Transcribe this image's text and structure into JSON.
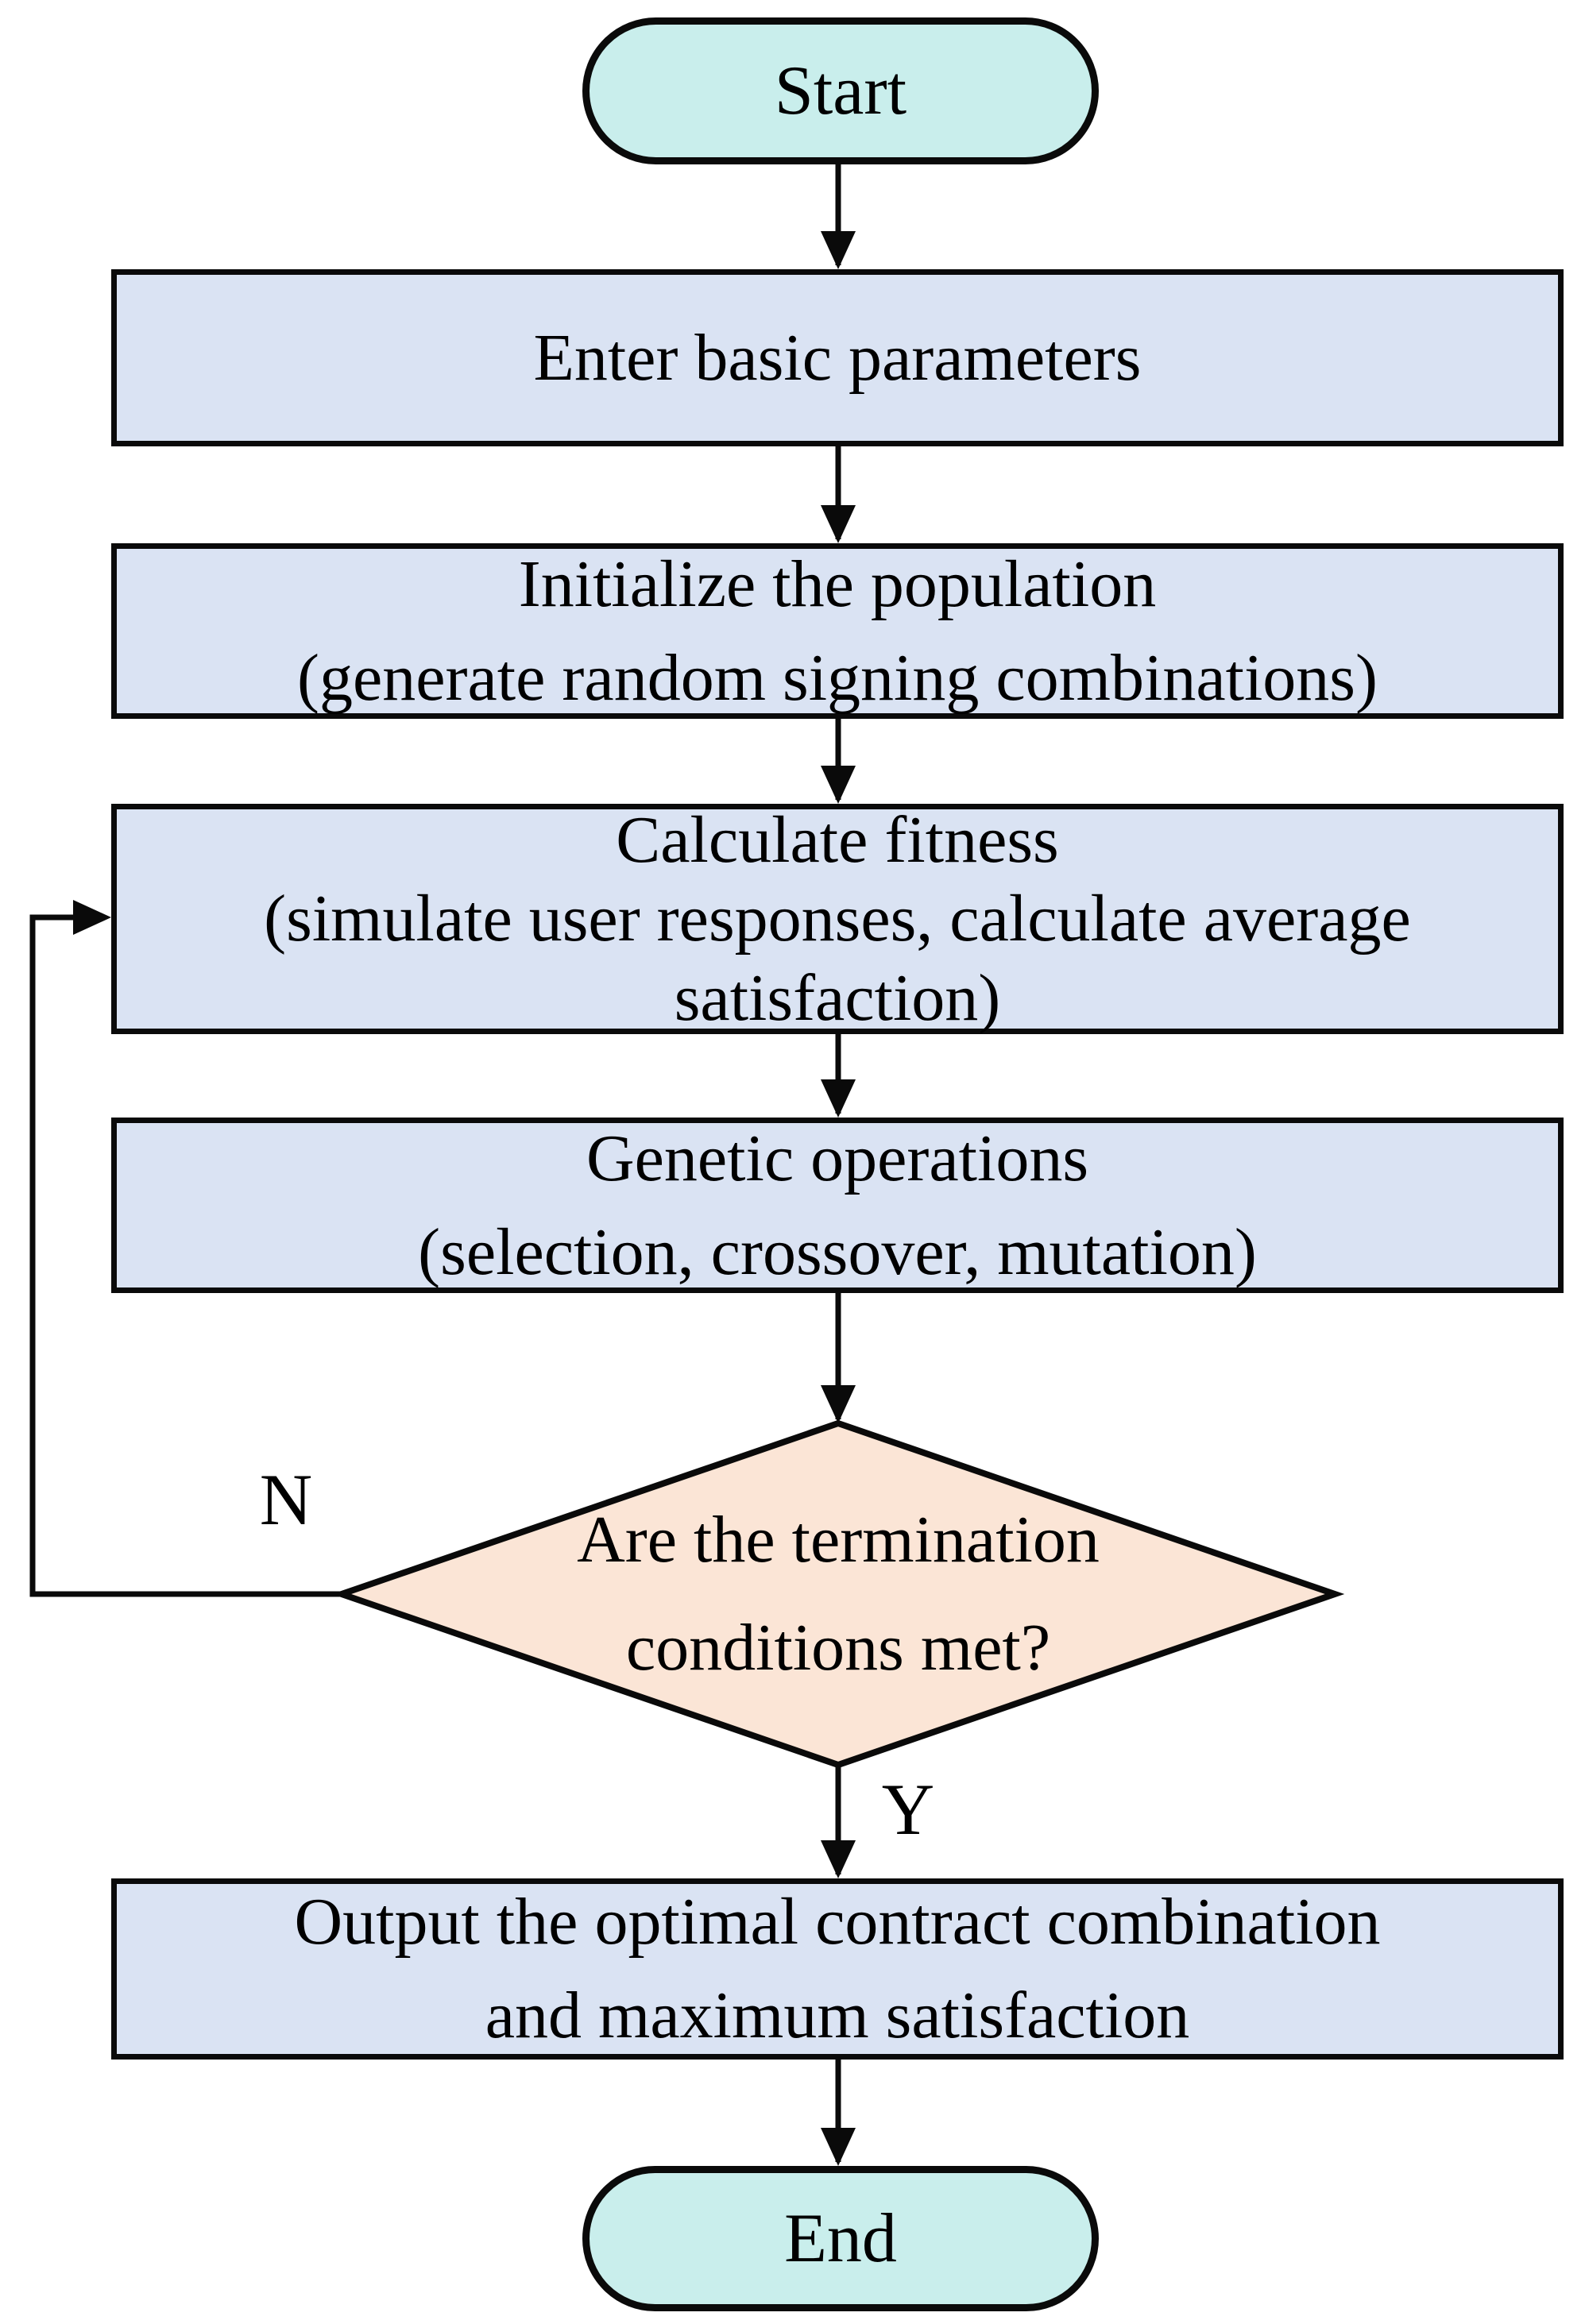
{
  "flowchart": {
    "nodes": {
      "start": {
        "label": "Start"
      },
      "enter_parameters": {
        "lines": [
          "Enter basic parameters"
        ]
      },
      "initialize_population": {
        "lines": [
          "Initialize the population",
          "(generate random signing combinations)"
        ]
      },
      "calculate_fitness": {
        "lines": [
          "Calculate fitness",
          "(simulate user responses, calculate average",
          "satisfaction)"
        ]
      },
      "genetic_operations": {
        "lines": [
          "Genetic operations",
          "(selection, crossover, mutation)"
        ]
      },
      "decision": {
        "lines": [
          "Are the termination",
          "conditions met?"
        ]
      },
      "output": {
        "lines": [
          "Output the optimal contract combination",
          "and maximum satisfaction"
        ]
      },
      "end": {
        "label": "End"
      }
    },
    "edge_labels": {
      "no": "N",
      "yes": "Y"
    },
    "colors": {
      "terminal_fill": "#c9eeec",
      "process_fill": "#dae3f3",
      "decision_fill": "#fbe5d6",
      "stroke": "#0a0a0a"
    }
  }
}
